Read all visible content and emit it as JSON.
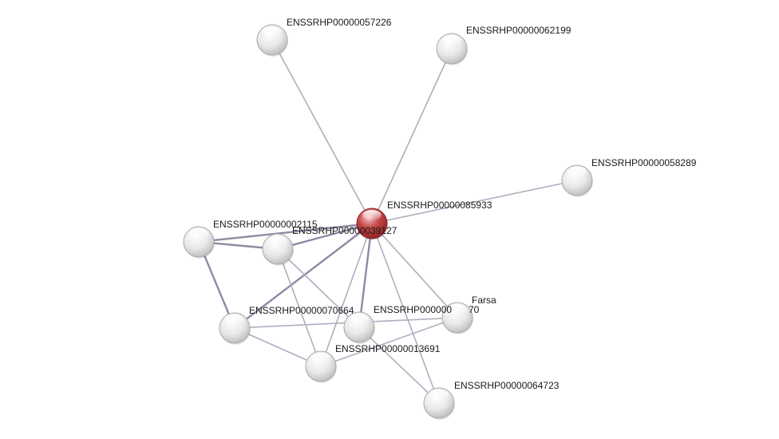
{
  "network": {
    "colors": {
      "node_fill": "#e6e6e6",
      "node_stroke": "#a9a9a9",
      "query_fill": "#b83a3a",
      "query_stroke": "#8a2222",
      "edge": "#b0adc0",
      "edge_strong": "#8e8aa3",
      "label": "#1a1a1a"
    },
    "nodes": [
      {
        "id": "n57226",
        "label": "ENSSRHP00000057226",
        "query": false
      },
      {
        "id": "n62199",
        "label": "ENSSRHP00000062199",
        "query": false
      },
      {
        "id": "n58289",
        "label": "ENSSRHP00000058289",
        "query": false
      },
      {
        "id": "n85933",
        "label": "ENSSRHP00000085933",
        "query": true
      },
      {
        "id": "n02115",
        "label": "ENSSRHP00000002115",
        "query": false
      },
      {
        "id": "n39127",
        "label": "ENSSRHP00000039127",
        "query": false
      },
      {
        "id": "n70664",
        "label": "ENSSRHP00000070664",
        "query": false
      },
      {
        "id": "n000x",
        "label": "ENSSRHP000000",
        "query": false
      },
      {
        "id": "farsa",
        "label": "Farsa",
        "query": false
      },
      {
        "id": "n13691",
        "label": "ENSSRHP00000013691",
        "query": false
      },
      {
        "id": "n64723",
        "label": "ENSSRHP00000064723",
        "query": false
      }
    ],
    "partial_label": "70",
    "edges": [
      {
        "source": "n85933",
        "target": "n57226",
        "strong": false
      },
      {
        "source": "n85933",
        "target": "n62199",
        "strong": false
      },
      {
        "source": "n85933",
        "target": "n58289",
        "strong": false
      },
      {
        "source": "n85933",
        "target": "n02115",
        "strong": true
      },
      {
        "source": "n85933",
        "target": "n39127",
        "strong": true
      },
      {
        "source": "n85933",
        "target": "n70664",
        "strong": true
      },
      {
        "source": "n85933",
        "target": "n000x",
        "strong": true
      },
      {
        "source": "n85933",
        "target": "n13691",
        "strong": false
      },
      {
        "source": "n85933",
        "target": "farsa",
        "strong": false
      },
      {
        "source": "n85933",
        "target": "n64723",
        "strong": false
      },
      {
        "source": "n02115",
        "target": "n39127",
        "strong": true
      },
      {
        "source": "n02115",
        "target": "n70664",
        "strong": true
      },
      {
        "source": "n39127",
        "target": "n13691",
        "strong": false
      },
      {
        "source": "n39127",
        "target": "n000x",
        "strong": false
      },
      {
        "source": "n70664",
        "target": "n13691",
        "strong": false
      },
      {
        "source": "n70664",
        "target": "farsa",
        "strong": false
      },
      {
        "source": "n13691",
        "target": "farsa",
        "strong": false
      },
      {
        "source": "n000x",
        "target": "n64723",
        "strong": false
      }
    ]
  }
}
